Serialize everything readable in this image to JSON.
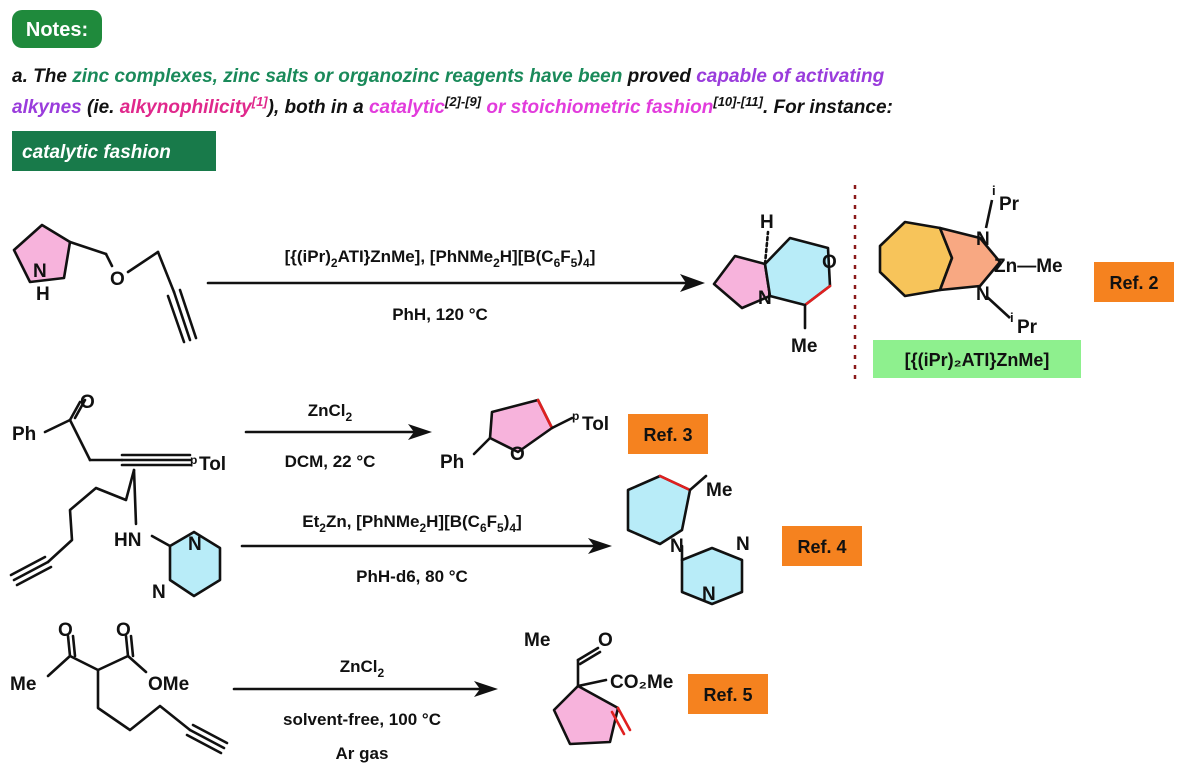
{
  "notes": {
    "badge": "Notes:",
    "line1": [
      {
        "t": "a. The ",
        "c": "#111111"
      },
      {
        "t": "zinc complexes, zinc salts or organozinc reagents have been",
        "c": "#1a8a5a"
      },
      {
        "t": " proved ",
        "c": "#111111"
      },
      {
        "t": "capable of activating",
        "c": "#9a3cdc"
      }
    ],
    "line2": [
      {
        "t": "alkynes",
        "c": "#9a3cdc"
      },
      {
        "t": " (ie. ",
        "c": "#111111"
      },
      {
        "t": "alkynophilicity",
        "c": "#e0288c"
      },
      {
        "t": "[1]",
        "c": "#e0288c",
        "sup": true
      },
      {
        "t": "), both in a ",
        "c": "#111111"
      },
      {
        "t": "catalytic",
        "c": "#e23cdc"
      },
      {
        "t": "[2]-[9]",
        "c": "#111111",
        "sup": true
      },
      {
        "t": " or stoichiometric fashion",
        "c": "#e23cdc"
      },
      {
        "t": "[10]-[11]",
        "c": "#111111",
        "sup": true
      },
      {
        "t": ". For instance:",
        "c": "#111111"
      }
    ],
    "section_label": "catalytic fashion"
  },
  "colors": {
    "notes_badge": "#1f8a3c",
    "section_label_bg": "#187a4a",
    "ref_bg": "#f5821f",
    "catalyst_label_bg": "#8ef08e",
    "ring_pink": "#f7b3dc",
    "ring_blue": "#b8ecf8",
    "ring_orange": "#f7c45a",
    "red_bond": "#e02020"
  },
  "reactions": [
    {
      "reagents_top": [
        "[{(iPr)",
        "2",
        "ATI}ZnMe], [PhNMe",
        "2",
        "H][B(C",
        "6",
        "F",
        "5",
        ")",
        "4",
        "]"
      ],
      "conditions_bottom": "PhH, 120 °C",
      "ref": "Ref. 2"
    },
    {
      "reagents_top": [
        "ZnCl",
        "2"
      ],
      "conditions_bottom": "DCM, 22 °C",
      "ref": "Ref. 3"
    },
    {
      "reagents_top": [
        "Et",
        "2",
        "Zn, [PhNMe",
        "2",
        "H][B(C",
        "6",
        "F",
        "5",
        ")",
        "4",
        "]"
      ],
      "conditions_bottom": "PhH-d6, 80 °C",
      "ref": "Ref. 4"
    },
    {
      "reagents_top": [
        "ZnCl",
        "2"
      ],
      "conditions_bottom": "solvent-free, 100 °C",
      "conditions_bottom2": "Ar gas",
      "ref": "Ref. 5"
    }
  ],
  "catalyst_label": "[{(iPr)₂ATI}ZnMe]",
  "atoms": {
    "N": "N",
    "H": "H",
    "O": "O",
    "Me": "Me",
    "Ph": "Ph",
    "Zn": "Zn",
    "iPr": "Pr",
    "i": "i",
    "pTol": "Tol",
    "p": "p",
    "HN": "HN",
    "OMe": "OMe",
    "CO2Me": "CO₂Me",
    "Zn_Me": "Zn—Me"
  }
}
